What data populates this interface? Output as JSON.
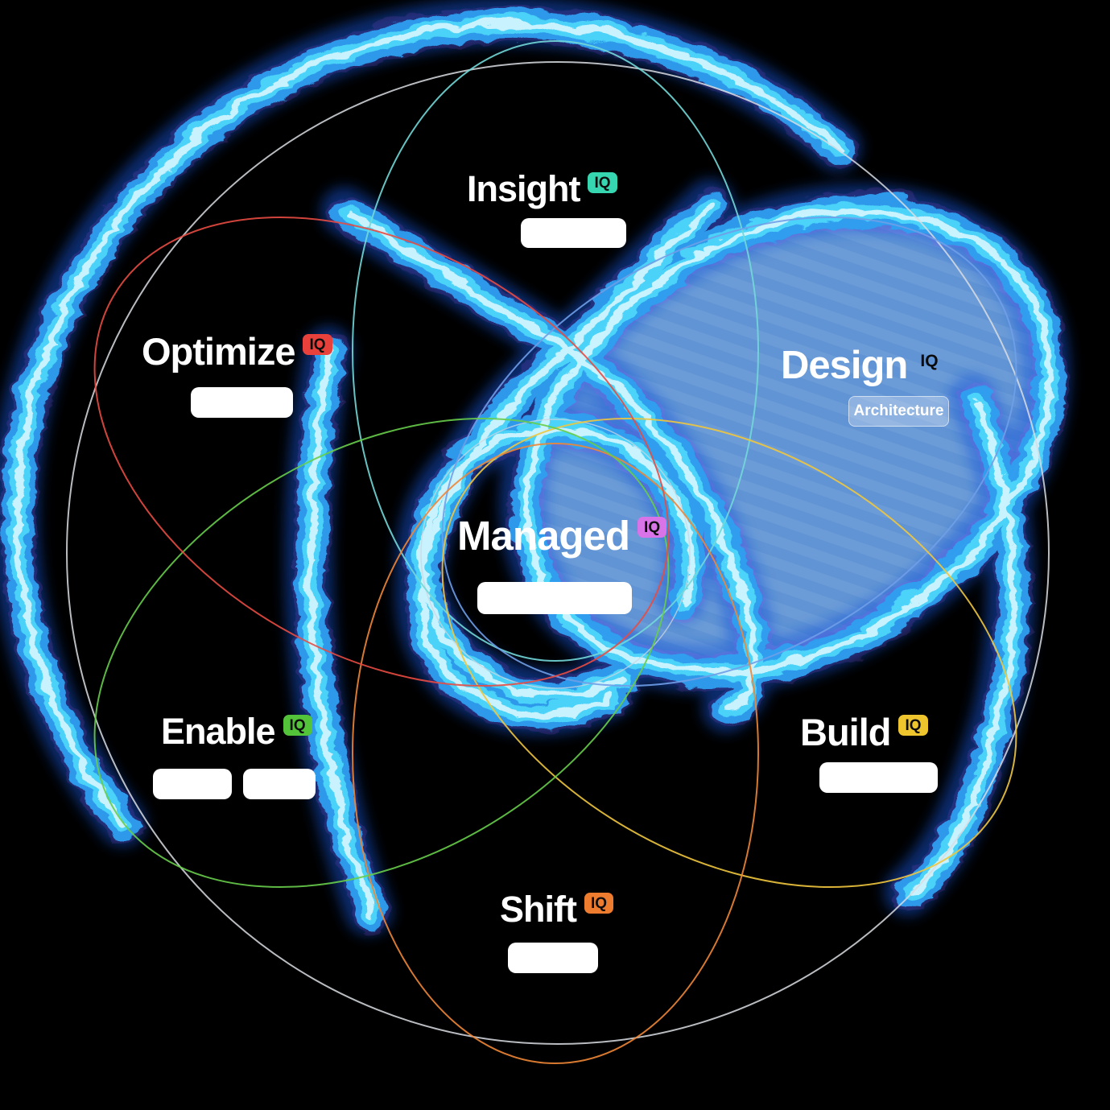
{
  "background": "#000000",
  "rings": {
    "outer_color": "#d9dde2",
    "center_color": "#cdd6e0"
  },
  "glow": {
    "halo": "#1456d8",
    "speck": "#b44df0",
    "mid": "#2e9ff0",
    "bright": "#4fd9fa",
    "core": "#d6f6ff"
  },
  "center_node": {
    "label": "Managed",
    "iq_label": "IQ",
    "iq_color": "#d873e8",
    "button_label": ""
  },
  "petals": [
    {
      "label": "Insight",
      "iq_label": "IQ",
      "iq_color": "#36d6b0",
      "ring_color": "#72d8d8",
      "button_label": ""
    },
    {
      "label": "Design",
      "iq_label": "IQ",
      "iq_color": "#0b0b0b",
      "ring_color": "#6f9fe8",
      "fill_color": "#69a1e6",
      "highlighted": true,
      "button_label": "Architecture"
    },
    {
      "label": "Build",
      "iq_label": "IQ",
      "iq_color": "#efc52d",
      "ring_color": "#f0c63e",
      "button_label": ""
    },
    {
      "label": "Shift",
      "iq_label": "IQ",
      "iq_color": "#ee7c2f",
      "ring_color": "#ef8636",
      "button_label": ""
    },
    {
      "label": "Enable",
      "iq_label": "IQ",
      "iq_color": "#53c33a",
      "ring_color": "#67cd4a",
      "button_labels": [
        "",
        ""
      ]
    },
    {
      "label": "Optimize",
      "iq_label": "IQ",
      "iq_color": "#e8413c",
      "ring_color": "#e84b42",
      "button_label": ""
    }
  ]
}
